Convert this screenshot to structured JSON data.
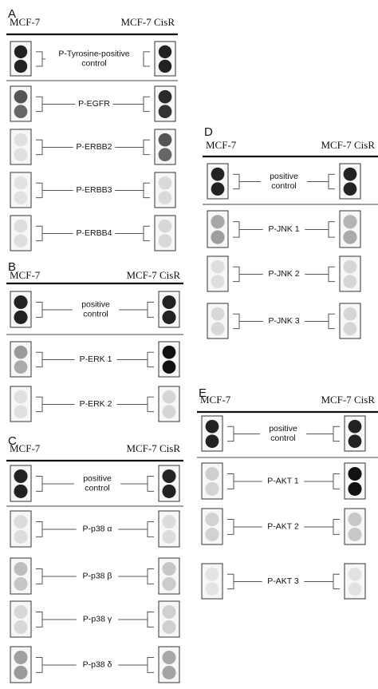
{
  "panels": [
    {
      "letter": "A",
      "left_label": "MCF-7",
      "right_label": "MCF-7 CisR",
      "rows": [
        {
          "label_lines": [
            "P-Tyrosine-positive",
            "control"
          ],
          "left": [
            "#222222",
            "#222222"
          ],
          "right": [
            "#222222",
            "#222222"
          ]
        },
        {
          "label_lines": [
            "P-EGFR"
          ],
          "left": [
            "#555555",
            "#666666"
          ],
          "right": [
            "#2a2a2a",
            "#333333"
          ]
        },
        {
          "label_lines": [
            "P-ERBB2"
          ],
          "left": [
            "#e0e0e0",
            "#e0e0e0"
          ],
          "right": [
            "#555555",
            "#666666"
          ]
        },
        {
          "label_lines": [
            "P-ERBB3"
          ],
          "left": [
            "#e2e2e2",
            "#e2e2e2"
          ],
          "right": [
            "#dadada",
            "#dadada"
          ]
        },
        {
          "label_lines": [
            "P-ERBB4"
          ],
          "left": [
            "#dedede",
            "#dedede"
          ],
          "right": [
            "#d8d8d8",
            "#d8d8d8"
          ]
        }
      ]
    },
    {
      "letter": "B",
      "left_label": "MCF-7",
      "right_label": "MCF-7 CisR",
      "rows": [
        {
          "label_lines": [
            "positive",
            "control"
          ],
          "left": [
            "#222222",
            "#222222"
          ],
          "right": [
            "#222222",
            "#222222"
          ]
        },
        {
          "label_lines": [
            "P-ERK 1"
          ],
          "left": [
            "#9a9a9a",
            "#aaaaaa"
          ],
          "right": [
            "#111111",
            "#111111"
          ]
        },
        {
          "label_lines": [
            "P-ERK 2"
          ],
          "left": [
            "#e0e0e0",
            "#e0e0e0"
          ],
          "right": [
            "#d6d6d6",
            "#d6d6d6"
          ]
        }
      ]
    },
    {
      "letter": "C",
      "left_label": "MCF-7",
      "right_label": "MCF-7 CisR",
      "rows": [
        {
          "label_lines": [
            "positive",
            "control"
          ],
          "left": [
            "#222222",
            "#222222"
          ],
          "right": [
            "#222222",
            "#222222"
          ]
        },
        {
          "label_lines": [
            "P-p38 α"
          ],
          "left": [
            "#dcdcdc",
            "#dcdcdc"
          ],
          "right": [
            "#dcdcdc",
            "#dcdcdc"
          ]
        },
        {
          "label_lines": [
            "P-p38 β"
          ],
          "left": [
            "#bdbdbd",
            "#c6c6c6"
          ],
          "right": [
            "#c6c6c6",
            "#cccccc"
          ]
        },
        {
          "label_lines": [
            "P-p38 γ"
          ],
          "left": [
            "#d8d8d8",
            "#d8d8d8"
          ],
          "right": [
            "#d0d0d0",
            "#d0d0d0"
          ]
        },
        {
          "label_lines": [
            "P-p38 δ"
          ],
          "left": [
            "#a0a0a0",
            "#9a9a9a"
          ],
          "right": [
            "#a8a8a8",
            "#a4a4a4"
          ]
        }
      ]
    },
    {
      "letter": "D",
      "left_label": "MCF-7",
      "right_label": "MCF-7 CisR",
      "rows": [
        {
          "label_lines": [
            "positive",
            "control"
          ],
          "left": [
            "#222222",
            "#222222"
          ],
          "right": [
            "#222222",
            "#222222"
          ]
        },
        {
          "label_lines": [
            "P-JNK 1"
          ],
          "left": [
            "#a8a8a8",
            "#9e9e9e"
          ],
          "right": [
            "#b4b4b4",
            "#aaaaaa"
          ]
        },
        {
          "label_lines": [
            "P-JNK 2"
          ],
          "left": [
            "#dedede",
            "#dedede"
          ],
          "right": [
            "#d6d6d6",
            "#d6d6d6"
          ]
        },
        {
          "label_lines": [
            "P-JNK 3"
          ],
          "left": [
            "#d8d8d8",
            "#d8d8d8"
          ],
          "right": [
            "#d6d6d6",
            "#d6d6d6"
          ]
        }
      ]
    },
    {
      "letter": "E",
      "left_label": "MCF-7",
      "right_label": "MCF-7 CisR",
      "rows": [
        {
          "label_lines": [
            "positive",
            "control"
          ],
          "left": [
            "#222222",
            "#222222"
          ],
          "right": [
            "#222222",
            "#222222"
          ]
        },
        {
          "label_lines": [
            "P-AKT 1"
          ],
          "left": [
            "#cfcfcf",
            "#d4d4d4"
          ],
          "right": [
            "#111111",
            "#111111"
          ]
        },
        {
          "label_lines": [
            "P-AKT 2"
          ],
          "left": [
            "#d2d2d2",
            "#d2d2d2"
          ],
          "right": [
            "#c8c8c8",
            "#c8c8c8"
          ]
        },
        {
          "label_lines": [
            "P-AKT 3"
          ],
          "left": [
            "#e4e4e4",
            "#e4e4e4"
          ],
          "right": [
            "#e2e2e2",
            "#e2e2e2"
          ]
        }
      ]
    }
  ]
}
